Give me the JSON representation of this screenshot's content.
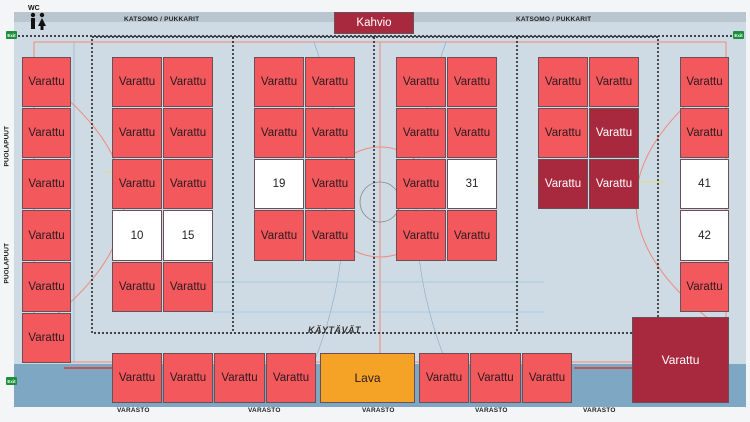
{
  "header_labels": {
    "wc": "WC",
    "stands_left": "KATSOMO / PUKKARIT",
    "stands_right": "KATSOMO / PUKKARIT",
    "cafe": "Kahvio"
  },
  "side_labels": {
    "bars_top": "PUOLAPUUT",
    "bars_bottom": "PUOLAPUUT"
  },
  "walkway_label": "KÄYTÄVÄT",
  "exit_label": "Exit",
  "storage_labels": [
    "VARASTO",
    "VARASTO",
    "VARASTO",
    "VARASTO",
    "VARASTO"
  ],
  "colors": {
    "reserved": "#f3585c",
    "reserved_dark": "#a8283e",
    "free": "#ffffff",
    "stage": "#f5a326"
  },
  "booths": [
    {
      "label": "Varattu",
      "status": "reserved"
    },
    {
      "label": "Varattu",
      "status": "reserved"
    },
    {
      "label": "Varattu",
      "status": "reserved"
    },
    {
      "label": "Varattu",
      "status": "reserved"
    },
    {
      "label": "Varattu",
      "status": "reserved"
    },
    {
      "label": "Varattu",
      "status": "reserved"
    },
    {
      "label": "Varattu",
      "status": "reserved"
    },
    {
      "label": "Varattu",
      "status": "reserved"
    },
    {
      "label": "Varattu",
      "status": "reserved"
    },
    {
      "label": "Varattu",
      "status": "reserved"
    },
    {
      "label": "Varattu",
      "status": "reserved"
    },
    {
      "label": "Varattu",
      "status": "reserved"
    },
    {
      "label": "10",
      "status": "free"
    },
    {
      "label": "15",
      "status": "free"
    },
    {
      "label": "Varattu",
      "status": "reserved"
    },
    {
      "label": "Varattu",
      "status": "reserved"
    },
    {
      "label": "Varattu",
      "status": "reserved"
    },
    {
      "label": "Varattu",
      "status": "reserved"
    },
    {
      "label": "Varattu",
      "status": "reserved"
    },
    {
      "label": "Varattu",
      "status": "reserved"
    },
    {
      "label": "19",
      "status": "free"
    },
    {
      "label": "Varattu",
      "status": "reserved"
    },
    {
      "label": "Varattu",
      "status": "reserved"
    },
    {
      "label": "Varattu",
      "status": "reserved"
    },
    {
      "label": "Varattu",
      "status": "reserved"
    },
    {
      "label": "Varattu",
      "status": "reserved"
    },
    {
      "label": "Varattu",
      "status": "reserved"
    },
    {
      "label": "Varattu",
      "status": "reserved"
    },
    {
      "label": "Varattu",
      "status": "reserved"
    },
    {
      "label": "31",
      "status": "free"
    },
    {
      "label": "Varattu",
      "status": "reserved"
    },
    {
      "label": "Varattu",
      "status": "reserved"
    },
    {
      "label": "Varattu",
      "status": "reserved"
    },
    {
      "label": "Varattu",
      "status": "reserved"
    },
    {
      "label": "Varattu",
      "status": "reserved"
    },
    {
      "label": "Varattu",
      "status": "reserved-dark"
    },
    {
      "label": "Varattu",
      "status": "reserved-dark"
    },
    {
      "label": "Varattu",
      "status": "reserved-dark"
    },
    {
      "label": "Varattu",
      "status": "reserved"
    },
    {
      "label": "Varattu",
      "status": "reserved"
    },
    {
      "label": "41",
      "status": "free"
    },
    {
      "label": "42",
      "status": "free"
    },
    {
      "label": "Varattu",
      "status": "reserved"
    },
    {
      "label": "Varattu",
      "status": "reserved"
    },
    {
      "label": "Varattu",
      "status": "reserved"
    },
    {
      "label": "Varattu",
      "status": "reserved"
    },
    {
      "label": "Varattu",
      "status": "reserved"
    },
    {
      "label": "Lava",
      "status": "stage"
    },
    {
      "label": "Varattu",
      "status": "reserved"
    },
    {
      "label": "Varattu",
      "status": "reserved"
    },
    {
      "label": "Varattu",
      "status": "reserved"
    },
    {
      "label": "Varattu",
      "status": "reserved-dark"
    }
  ]
}
